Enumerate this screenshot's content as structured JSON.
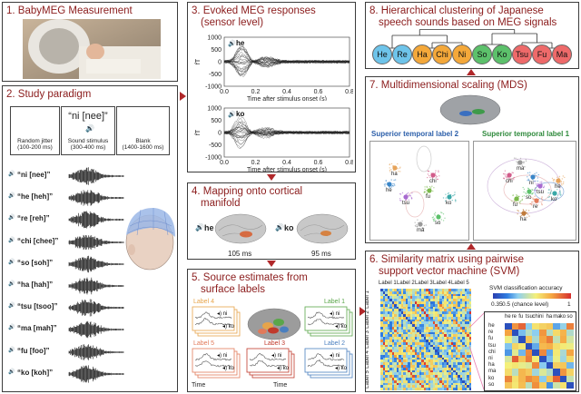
{
  "panels": {
    "p1": {
      "title": "1. BabyMEG Measurement"
    },
    "p2": {
      "title": "2. Study paradigm",
      "box1": "Random jitter\n(100-200 ms)",
      "box2_big": "“ni [nee]”",
      "box2_small": "Sound stimulus\n(300-400 ms)",
      "box3": "Blank\n(1400-1600 ms)",
      "stimuli": [
        "“ni [nee]”",
        "“he [heh]”",
        "“re [reh]”",
        "“chi [chee]”",
        "“so [soh]”",
        "“ha [hah]”",
        "“tsu [tsoo]”",
        "“ma [mah]”",
        "“fu [foo]”",
        "“ko [koh]”"
      ]
    },
    "p3": {
      "title_line1": "3. Evoked MEG responses",
      "title_line2": "(sensor level)",
      "plot1": {
        "label": "he",
        "ylabel": "fT",
        "yticks": [
          "1000",
          "500",
          "0",
          "-500",
          "-1000"
        ],
        "xticks": [
          "0.0",
          "0.2",
          "0.4",
          "0.6",
          "0.8"
        ],
        "xlabel": "Time after stimulus onset (s)"
      },
      "plot2": {
        "label": "ko",
        "ylabel": "fT",
        "yticks": [
          "1000",
          "500",
          "0",
          "-500",
          "-1000"
        ],
        "xticks": [
          "0.0",
          "0.2",
          "0.4",
          "0.6",
          "0.8"
        ],
        "xlabel": "Time after stimulus onset (s)"
      }
    },
    "p4": {
      "title_line1": "4. Mapping onto cortical",
      "title_line2": "manifold",
      "brain1": {
        "label": "he",
        "time": "105 ms"
      },
      "brain2": {
        "label": "ko",
        "time": "95 ms"
      }
    },
    "p5": {
      "title_line1": "5. Source estimates from",
      "title_line2": "surface labels",
      "labels": [
        {
          "name": "Label 4",
          "color": "#e7a44a"
        },
        {
          "name": "Label 1",
          "color": "#5aa64a"
        },
        {
          "name": "Label 5",
          "color": "#e27a5a"
        },
        {
          "name": "Label 3",
          "color": "#c0392b"
        },
        {
          "name": "Label 2",
          "color": "#4a7fbf"
        }
      ],
      "ni": "ni",
      "ko": "ko",
      "time": "Time"
    },
    "p6": {
      "title_line1": "6. Similarity matrix using pairwise",
      "title_line2": "support vector machine (SVM)",
      "col_labels": [
        "Label 1",
        "Label 2",
        "Label 3",
        "Label 4",
        "Label 5"
      ],
      "row_labels": [
        "Label 1",
        "Label 2",
        "Label 3",
        "Label 4",
        "Label 5"
      ],
      "colorbar_title": "SVM classification accuracy",
      "colorbar_ticks": [
        "0.35",
        "0.5 (chance level)",
        "1"
      ],
      "syllables": [
        "he",
        "re",
        "fu",
        "tsu",
        "chi",
        "ni",
        "ha",
        "ma",
        "ko",
        "so"
      ]
    },
    "p7": {
      "title": "7. Multidimensional scaling (MDS)",
      "left_title": "Superior temporal label 2",
      "right_title": "Superior temporal label 1",
      "left_points": [
        "ha",
        "he",
        "chi",
        "fu",
        "tsu",
        "ko",
        "so",
        "ma"
      ],
      "right_points": [
        "ma",
        "chi",
        "ni",
        "he",
        "tsu",
        "so",
        "ko",
        "re",
        "fu",
        "ha"
      ]
    },
    "p8": {
      "title_line1": "8. Hierarchical clustering of Japanese",
      "title_line2": "speech sounds based on MEG signals",
      "leaves": [
        {
          "label": "He",
          "color": "#6ec4ea"
        },
        {
          "label": "Re",
          "color": "#6ec4ea"
        },
        {
          "label": "Ha",
          "color": "#f4a83a"
        },
        {
          "label": "Chi",
          "color": "#f4a83a"
        },
        {
          "label": "Ni",
          "color": "#f4a83a"
        },
        {
          "label": "So",
          "color": "#5cc16b"
        },
        {
          "label": "Ko",
          "color": "#5cc16b"
        },
        {
          "label": "Tsu",
          "color": "#ee6a6a"
        },
        {
          "label": "Fu",
          "color": "#ee6a6a"
        },
        {
          "label": "Ma",
          "color": "#ee6a6a"
        }
      ]
    }
  }
}
